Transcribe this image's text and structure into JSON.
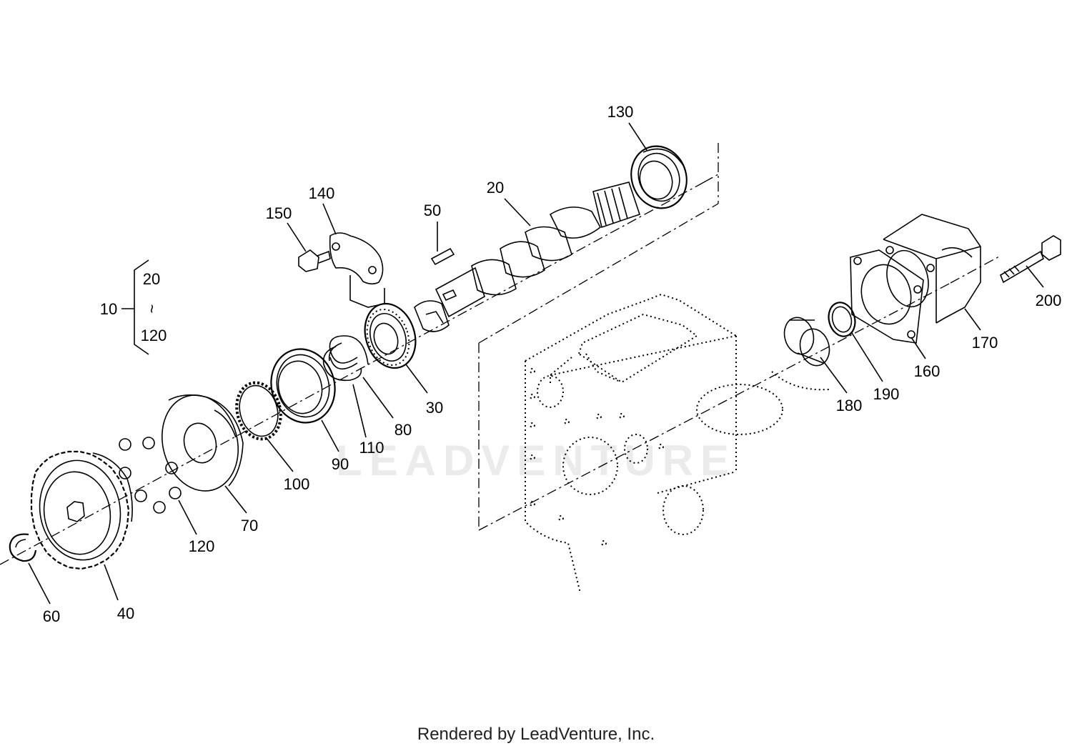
{
  "diagram": {
    "callouts": [
      {
        "id": "c130",
        "text": "130"
      },
      {
        "id": "c20",
        "text": "20"
      },
      {
        "id": "c140",
        "text": "140"
      },
      {
        "id": "c150",
        "text": "150"
      },
      {
        "id": "c50",
        "text": "50"
      },
      {
        "id": "c30",
        "text": "30"
      },
      {
        "id": "c80",
        "text": "80"
      },
      {
        "id": "c110",
        "text": "110"
      },
      {
        "id": "c90",
        "text": "90"
      },
      {
        "id": "c100",
        "text": "100"
      },
      {
        "id": "c70",
        "text": "70"
      },
      {
        "id": "c120",
        "text": "120"
      },
      {
        "id": "c40",
        "text": "40"
      },
      {
        "id": "c60",
        "text": "60"
      },
      {
        "id": "c170",
        "text": "170"
      },
      {
        "id": "c160",
        "text": "160"
      },
      {
        "id": "c190",
        "text": "190"
      },
      {
        "id": "c180",
        "text": "180"
      },
      {
        "id": "c200",
        "text": "200"
      }
    ],
    "assembly_group": {
      "label": "10",
      "range_start": "20",
      "range_separator": "~",
      "range_end": "120"
    },
    "watermark": "LEADVENTURE"
  },
  "footer": {
    "text": "Rendered by LeadVenture, Inc."
  }
}
